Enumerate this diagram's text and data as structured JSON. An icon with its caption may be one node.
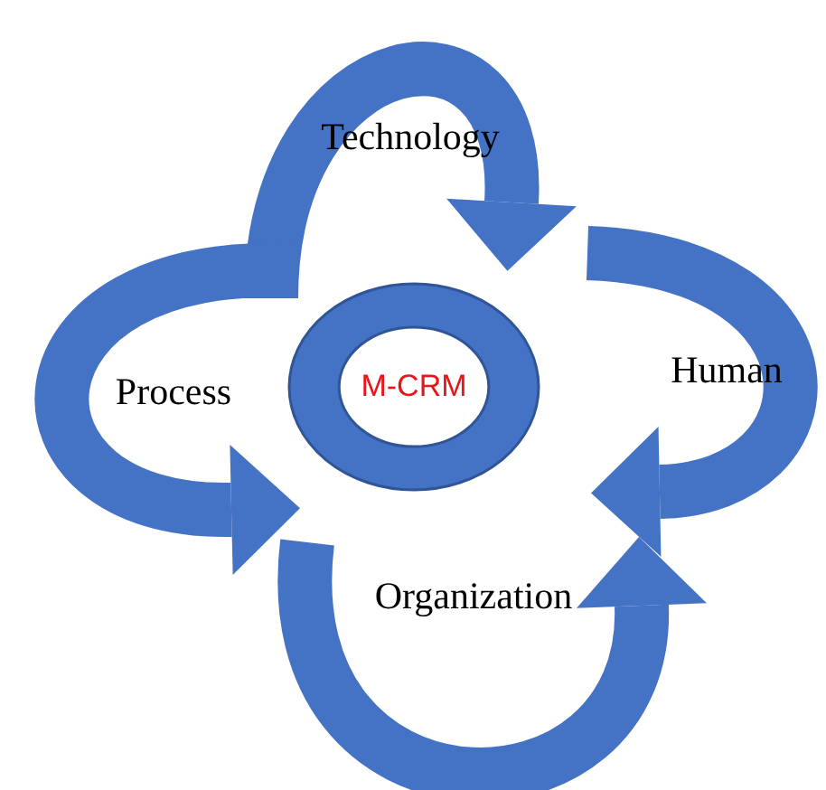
{
  "diagram": {
    "nodes": [
      {
        "text": [
          "M-CRM"
        ]
      }
    ],
    "labels": [
      "Technology",
      "Human",
      "Process",
      "Organization"
    ]
  }
}
